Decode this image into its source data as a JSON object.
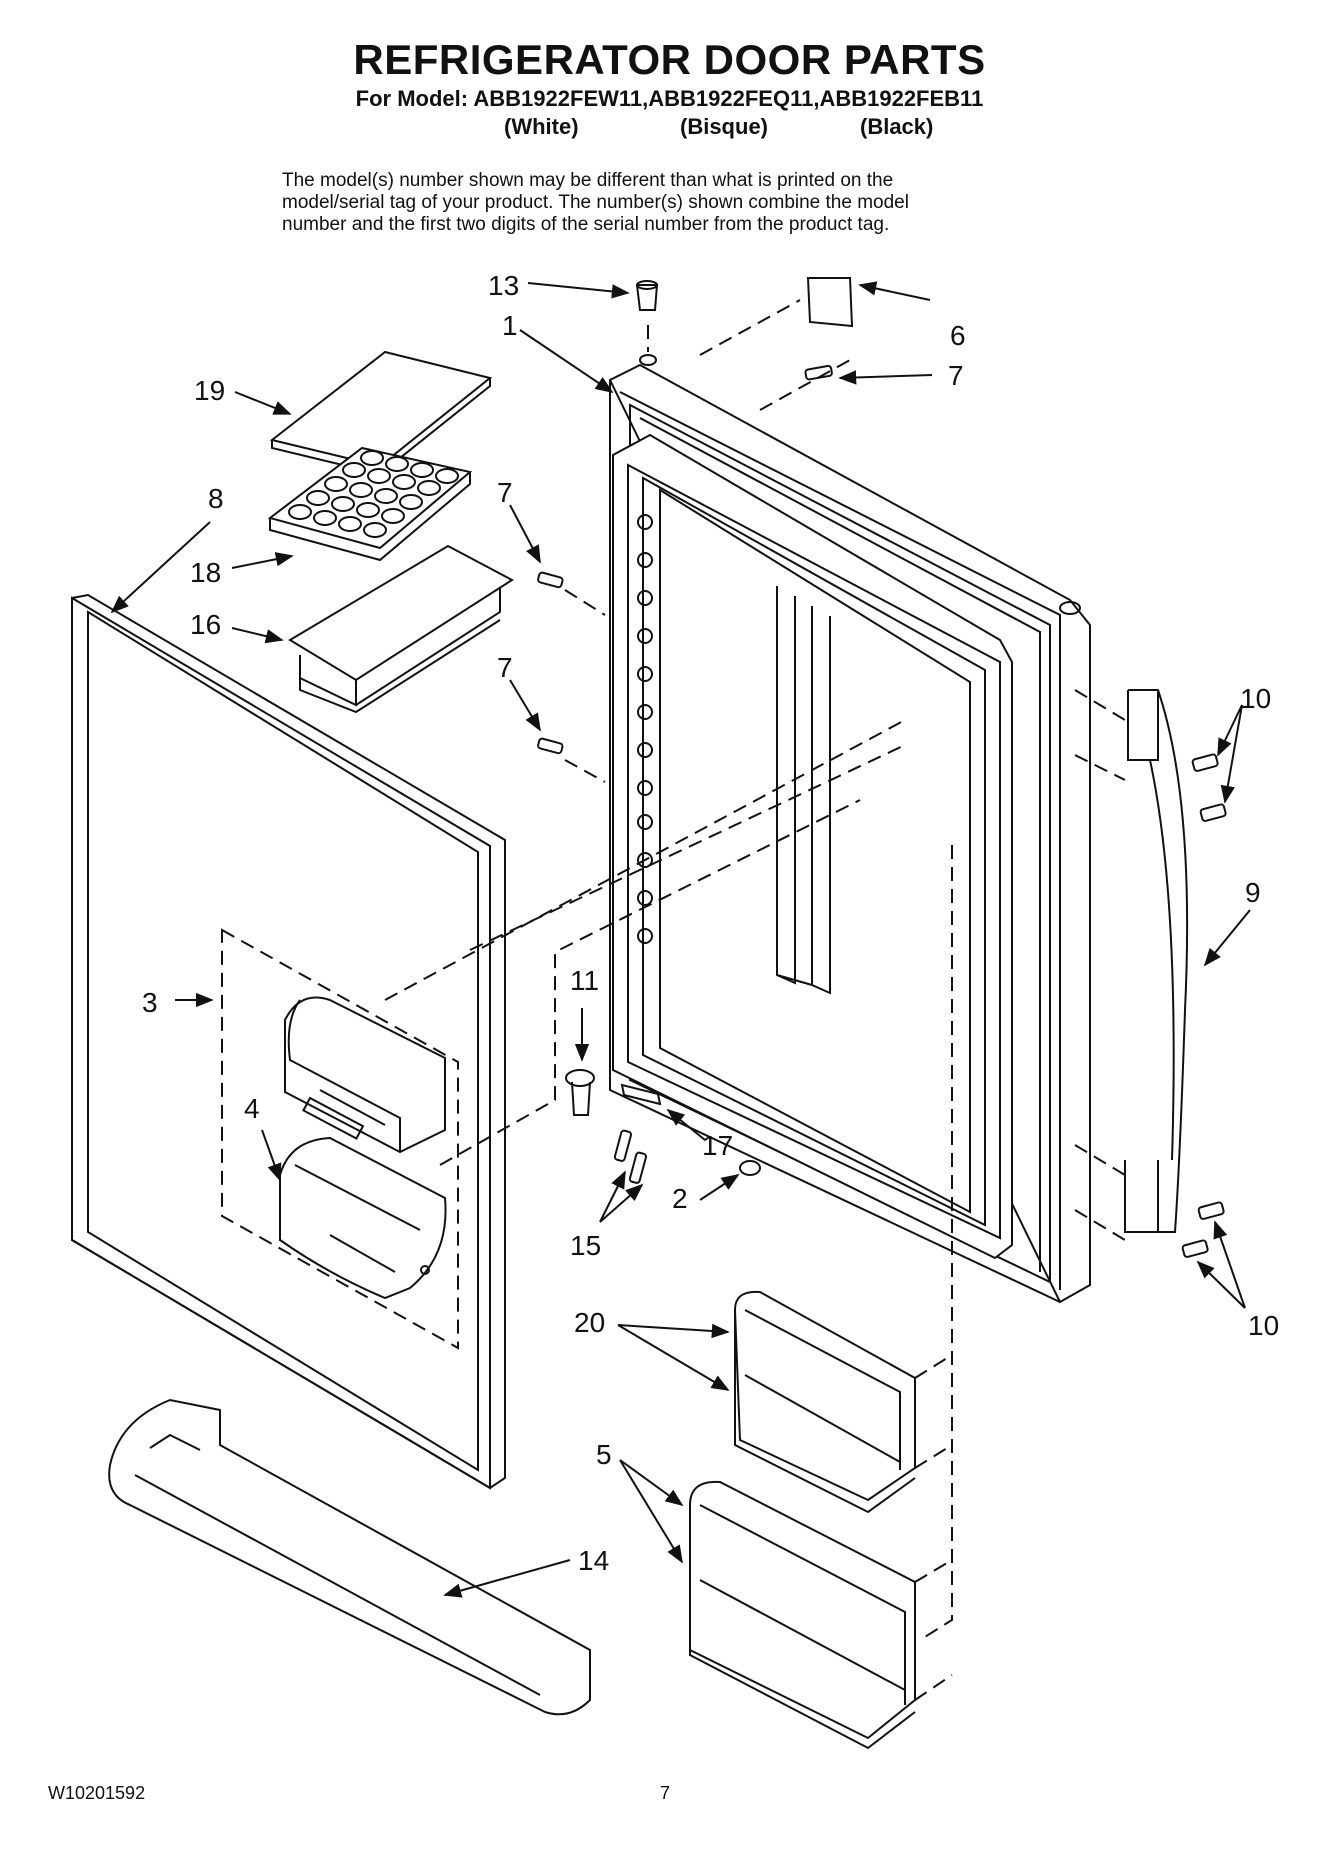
{
  "header": {
    "title": "REFRIGERATOR DOOR PARTS",
    "model_line": "For Model: ABB1922FEW11,ABB1922FEQ11,ABB1922FEB11",
    "variants": [
      "(White)",
      "(Bisque)",
      "(Black)"
    ]
  },
  "note": [
    "The model(s) number shown may be different than what is printed on the",
    "model/serial tag of your product. The number(s) shown combine the model",
    "number and the first two digits of the serial number from the product tag."
  ],
  "callouts": {
    "c13": "13",
    "c1": "1",
    "c6": "6",
    "c7a": "7",
    "c19": "19",
    "c8": "8",
    "c7b": "7",
    "c18": "18",
    "c16": "16",
    "c7c": "7",
    "c10a": "10",
    "c9": "9",
    "c3": "3",
    "c11": "11",
    "c4": "4",
    "c17": "17",
    "c2": "2",
    "c15": "15",
    "c10b": "10",
    "c20": "20",
    "c5": "5",
    "c14": "14"
  },
  "footer": {
    "doc_code": "W10201592",
    "page": "7"
  }
}
